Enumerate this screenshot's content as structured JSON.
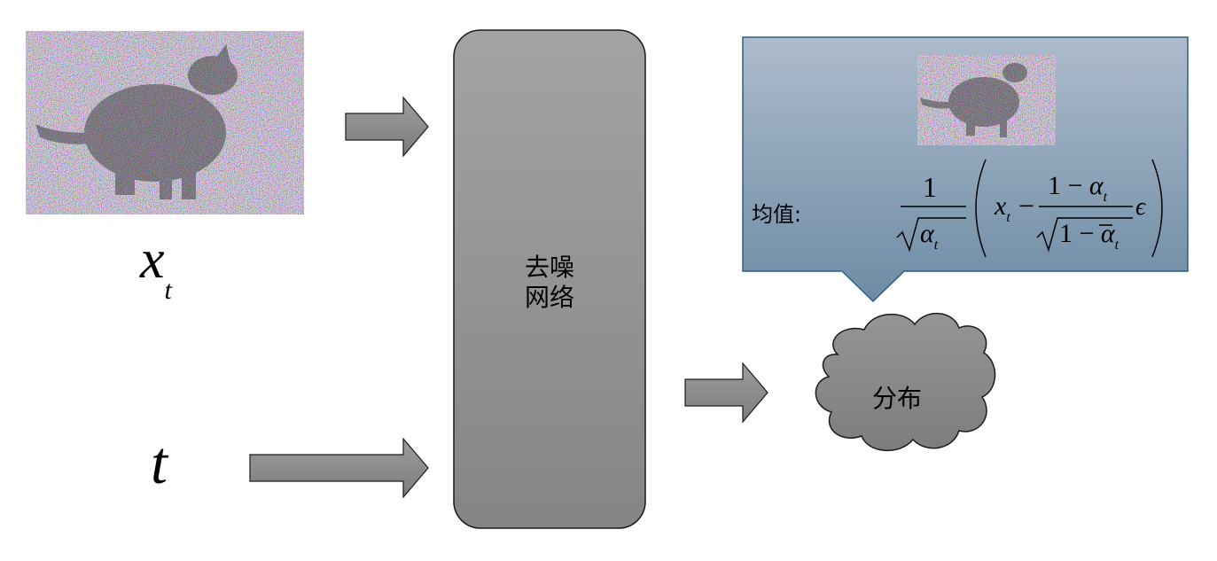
{
  "input": {
    "image_var": "x",
    "image_sub": "t",
    "time_var": "t"
  },
  "network": {
    "line1": "去噪",
    "line2": "网络"
  },
  "callout": {
    "mean_label": "均值:",
    "formula": {
      "numerator_one": "1",
      "alpha": "α",
      "sub": "t",
      "x": "x",
      "minus": "−",
      "one_minus": "1 − ",
      "alpha_bar": "ᾱ",
      "epsilon": "ϵ"
    }
  },
  "output": {
    "label": "分布"
  },
  "colors": {
    "box_top": "#a3a3a3",
    "box_bottom": "#858585",
    "callout_top": "#a9b8c9",
    "callout_bottom": "#6e8ca6",
    "cloud": "#8c8c8c"
  }
}
